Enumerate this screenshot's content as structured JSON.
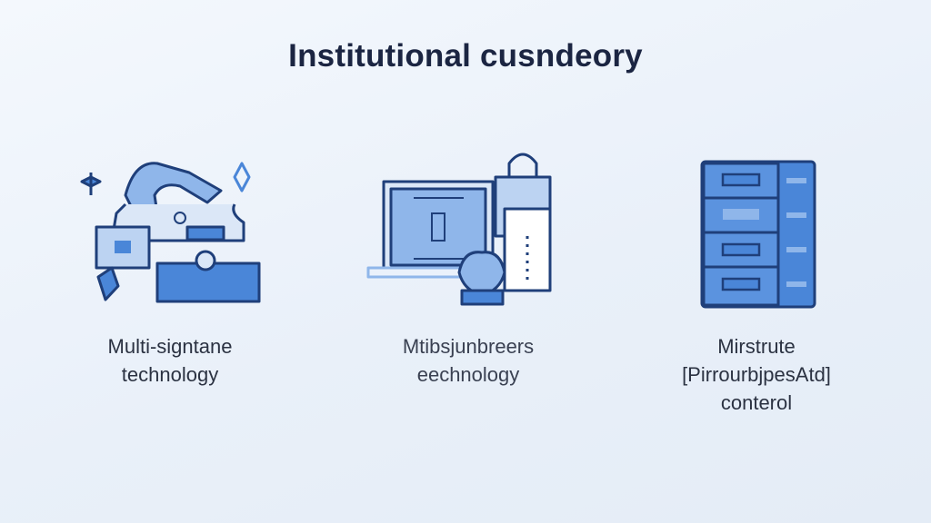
{
  "title": "Institutional cusndeory",
  "features": [
    {
      "line1": "Multi-signtane",
      "line2": "technology",
      "icon": "multisig-illustration"
    },
    {
      "line1": "Mtibsjunbreers",
      "line2": "eechnology",
      "icon": "laptop-lock-illustration"
    },
    {
      "line1": "Mirstrute",
      "line2": "[PirrourbjpesAtd]",
      "line3": "conterol",
      "icon": "server-rack-illustration"
    }
  ],
  "colors": {
    "accent": "#4a86d8",
    "light": "#8fb6ea",
    "stroke": "#1f3f7a",
    "text": "#1b2542"
  }
}
